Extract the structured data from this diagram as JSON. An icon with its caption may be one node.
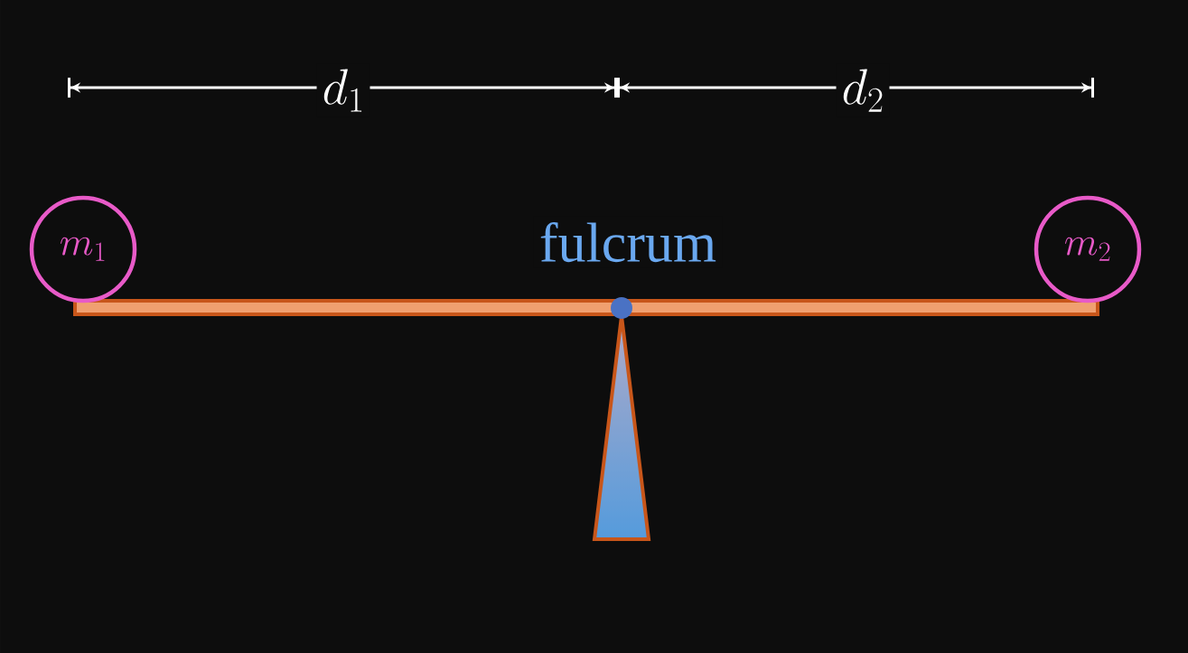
{
  "diagram": {
    "nodes": [
      {
        "text": [
          "m_1"
        ]
      },
      {
        "text": [
          "m_2"
        ]
      }
    ],
    "labels": [
      "d_1",
      "d_2",
      "fulcrum"
    ]
  }
}
